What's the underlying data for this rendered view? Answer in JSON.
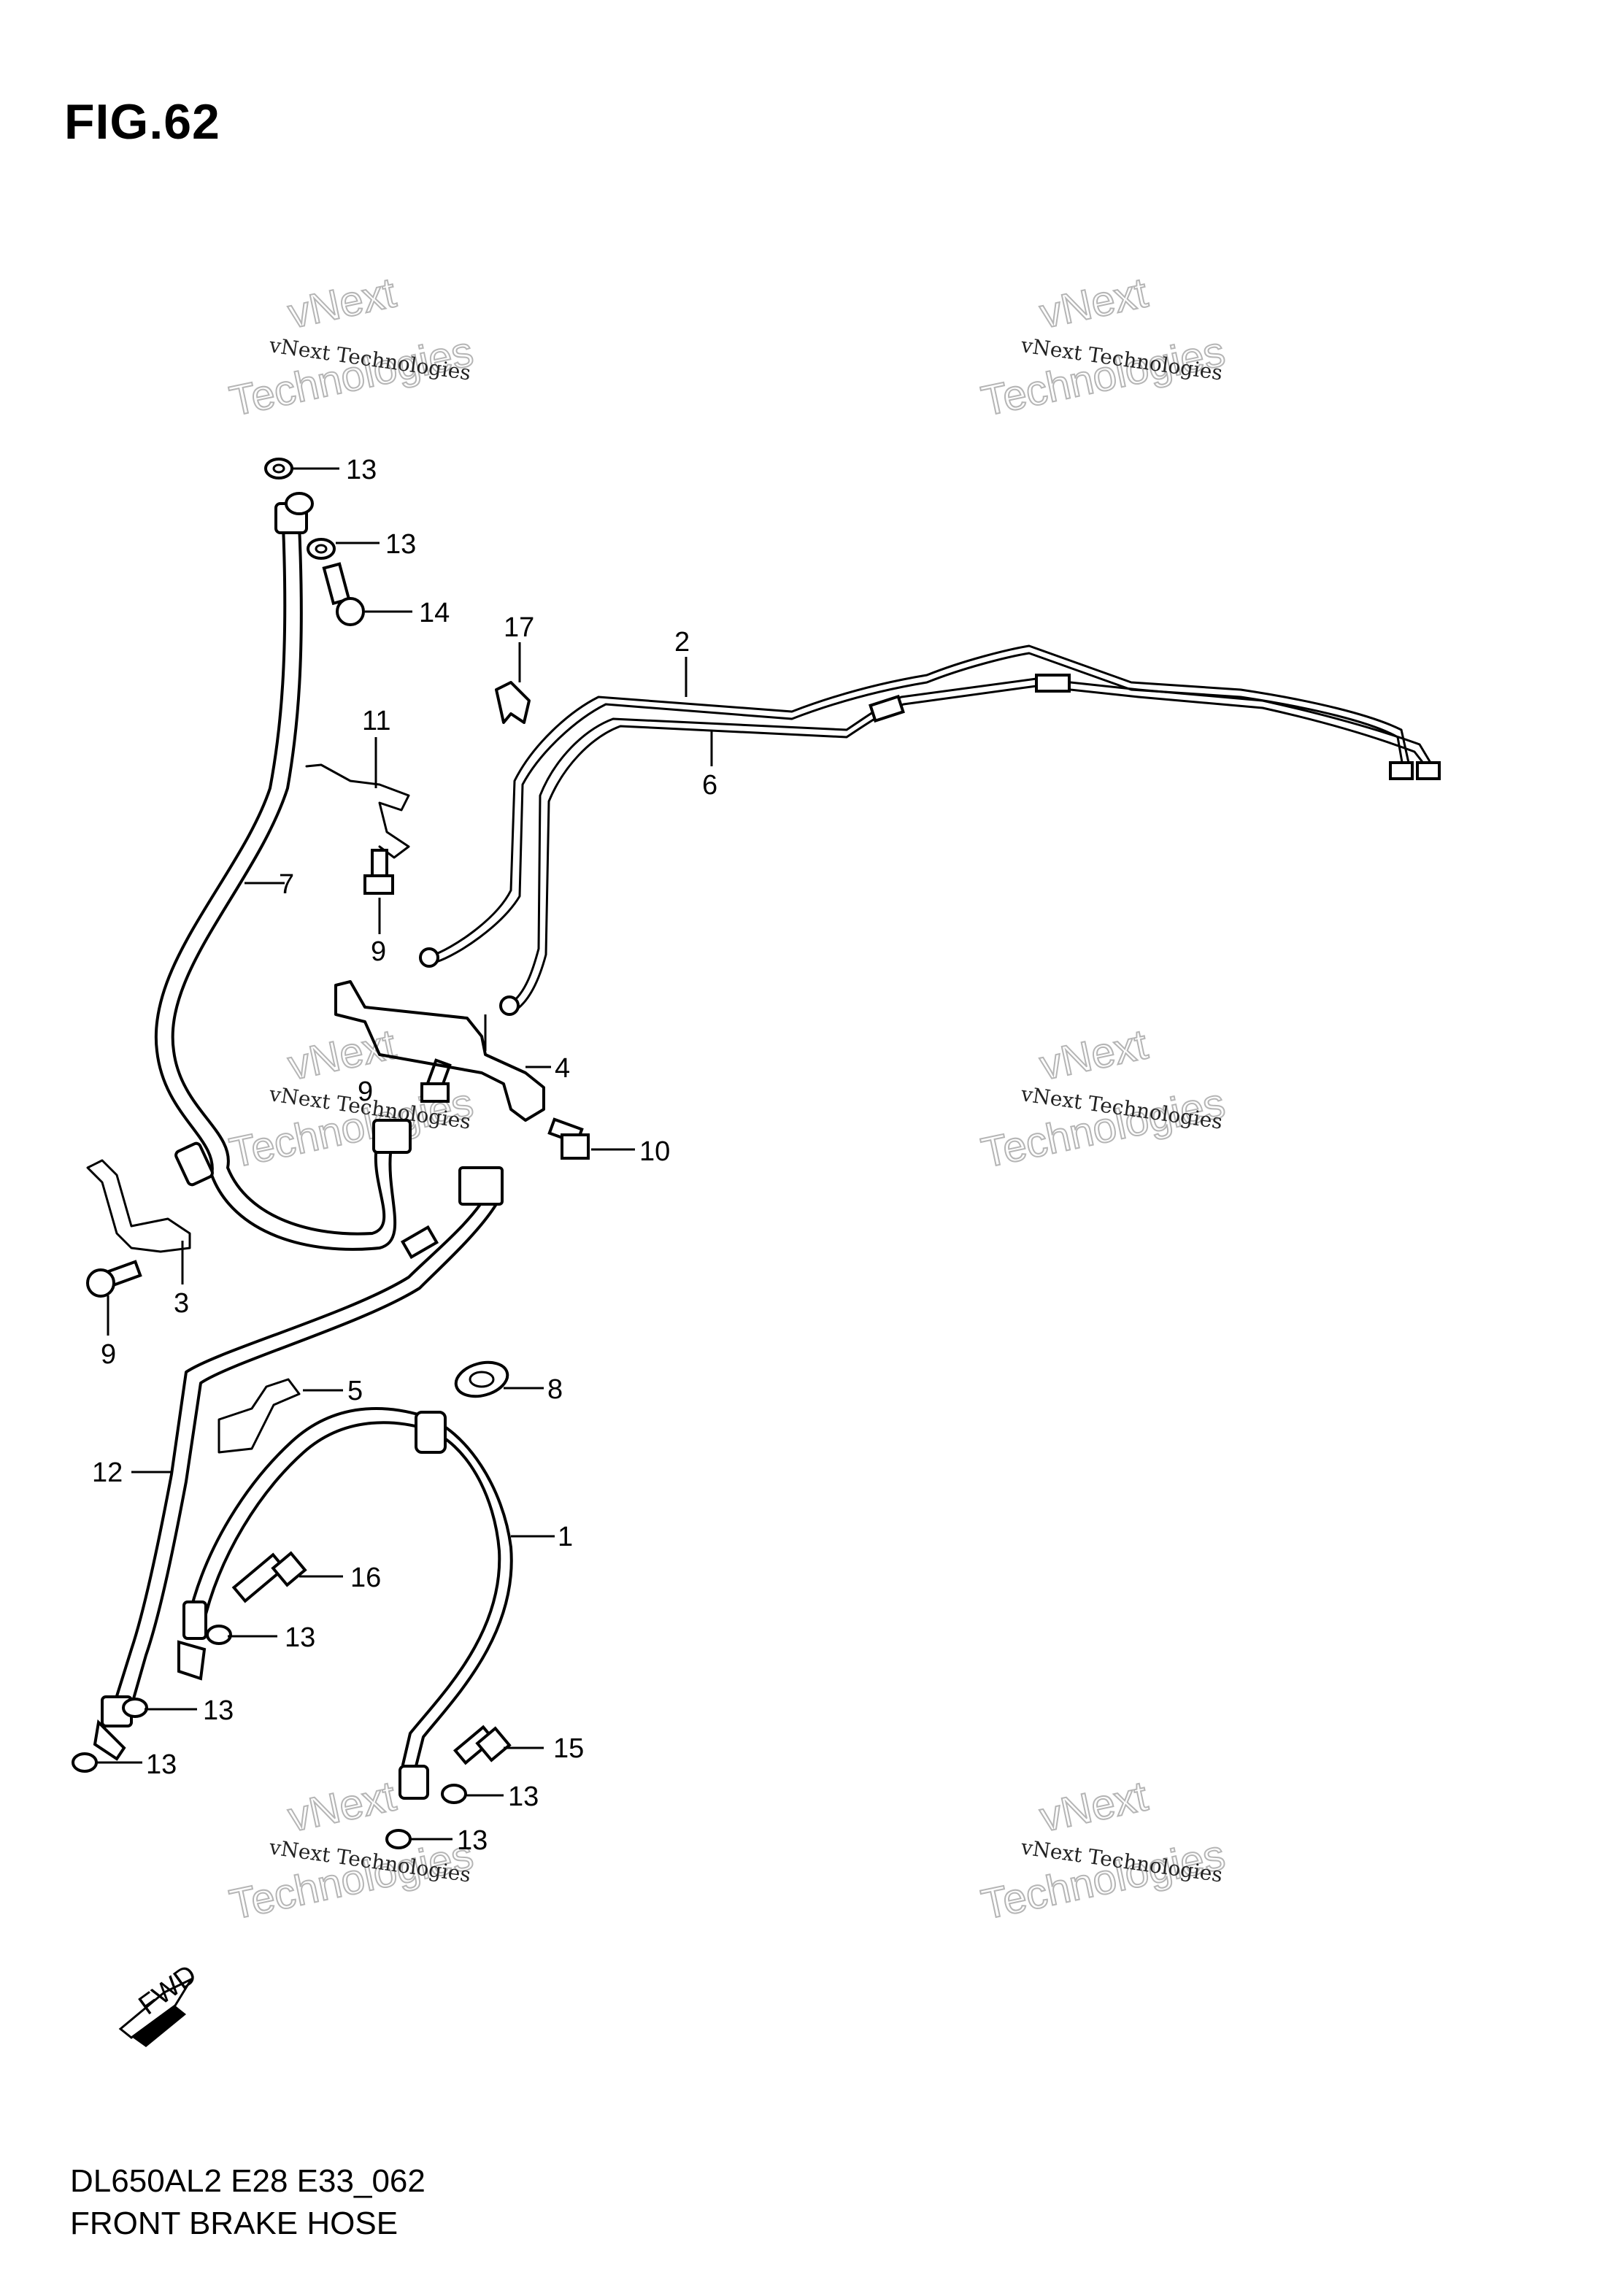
{
  "figure": {
    "title": "FIG.62",
    "code": "DL650AL2 E28 E33_062",
    "name": "FRONT BRAKE HOSE"
  },
  "watermark": {
    "line1": "vNext Technologies",
    "big_top": "vNext",
    "big_bottom": "Technologies"
  },
  "direction_badge": "FWD",
  "callouts": {
    "c1": "1",
    "c2": "2",
    "c3": "3",
    "c4": "4",
    "c5": "5",
    "c6": "6",
    "c7": "7",
    "c8": "8",
    "c9a": "9",
    "c9b": "9",
    "c9c": "9",
    "c10": "10",
    "c11": "11",
    "c12": "12",
    "c13a": "13",
    "c13b": "13",
    "c13c": "13",
    "c13d": "13",
    "c13e": "13",
    "c13f": "13",
    "c13g": "13",
    "c14": "14",
    "c15": "15",
    "c16": "16",
    "c17": "17"
  }
}
